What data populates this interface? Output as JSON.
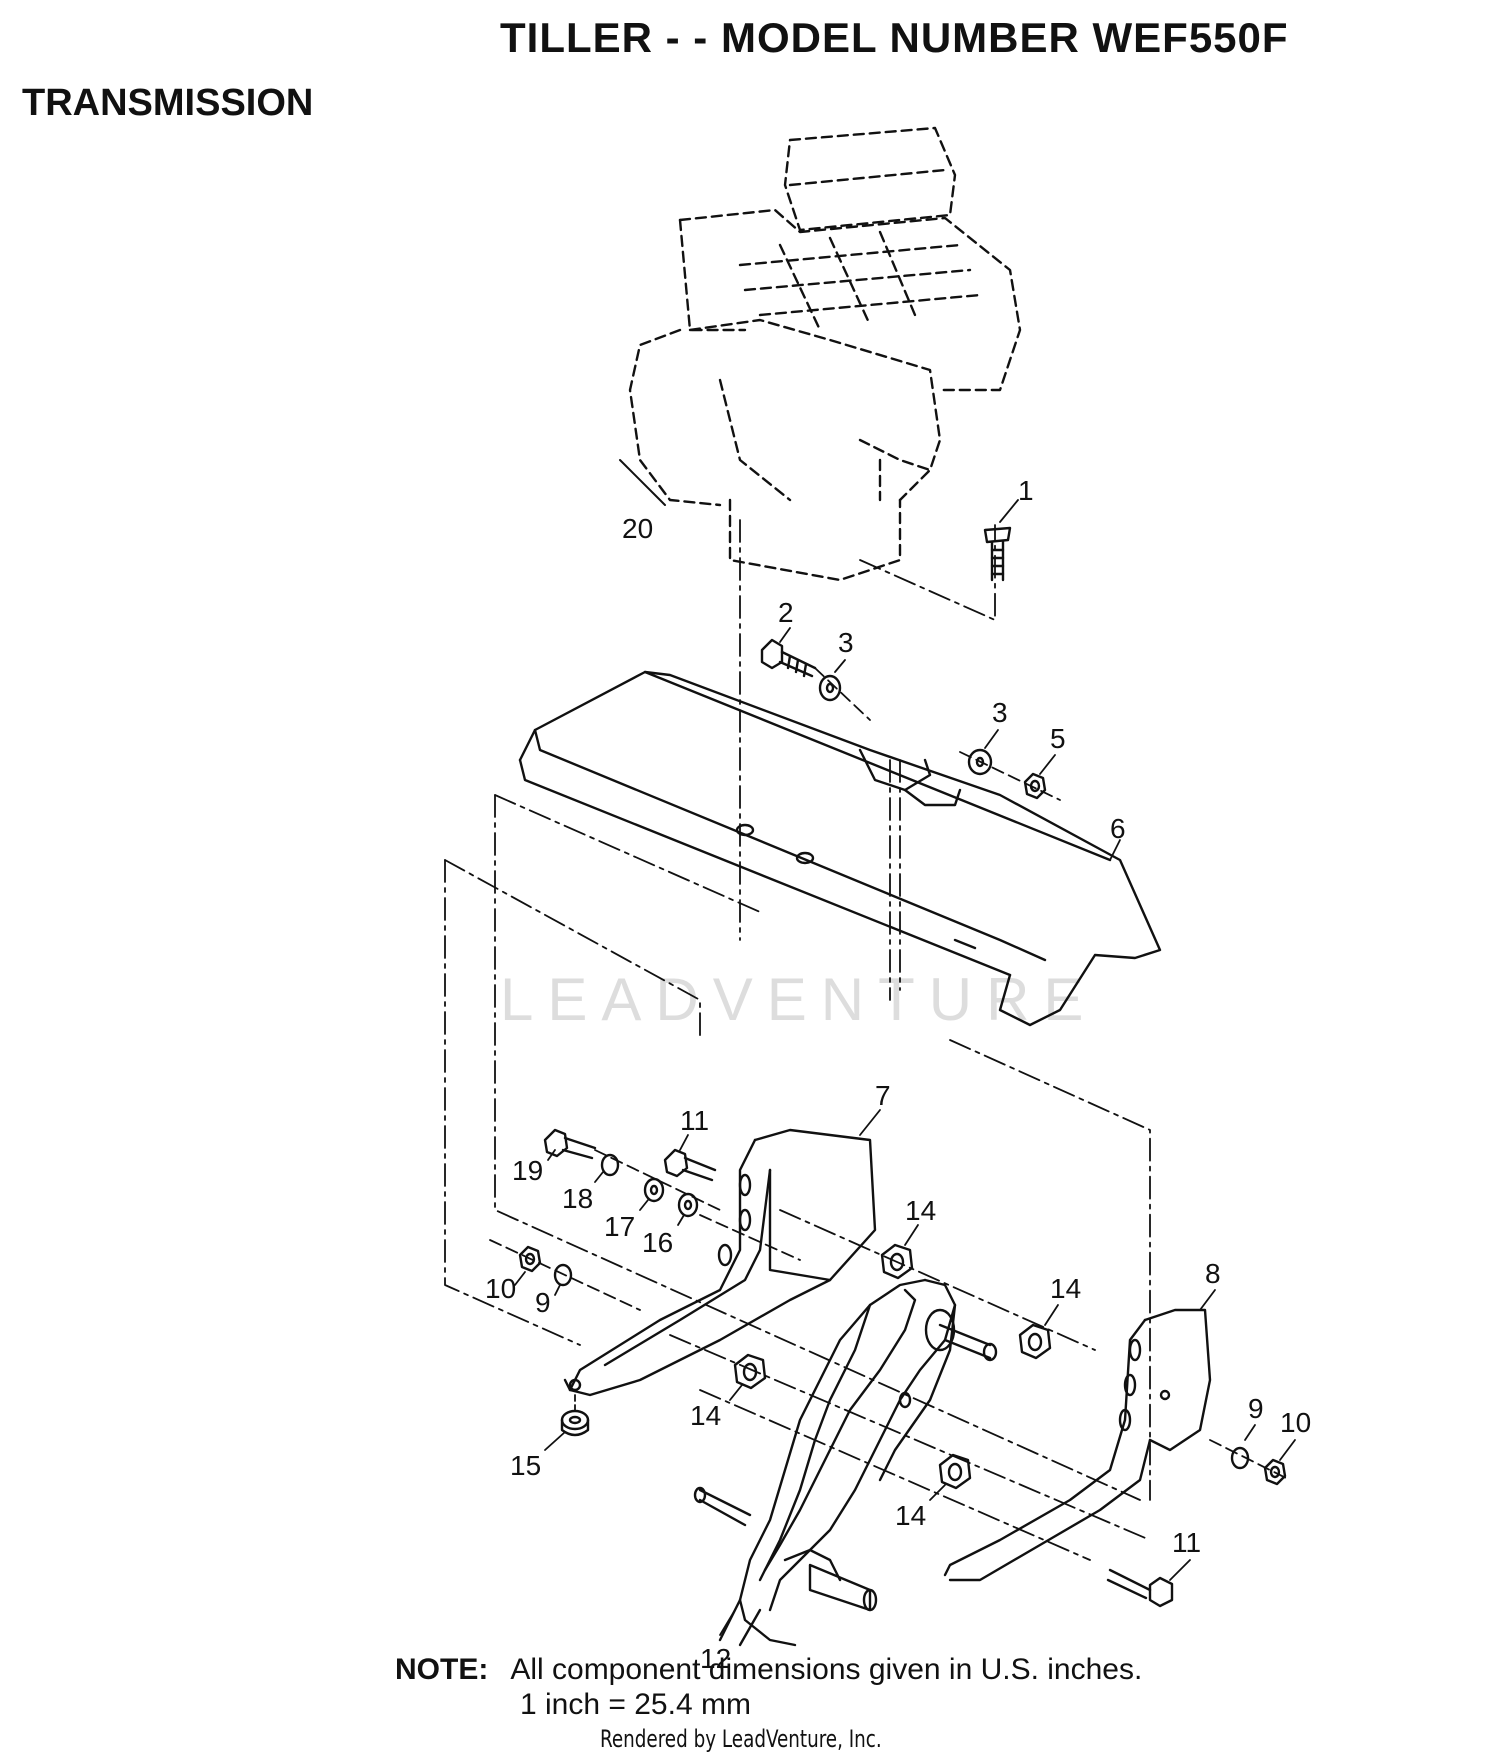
{
  "header": {
    "title": "TILLER - - MODEL NUMBER WEF550F",
    "section": "TRANSMISSION"
  },
  "watermark": "LEADVENTURE",
  "callouts": [
    {
      "id": "c20",
      "text": "20"
    },
    {
      "id": "c1",
      "text": "1"
    },
    {
      "id": "c2",
      "text": "2"
    },
    {
      "id": "c3a",
      "text": "3"
    },
    {
      "id": "c3b",
      "text": "3"
    },
    {
      "id": "c5",
      "text": "5"
    },
    {
      "id": "c6",
      "text": "6"
    },
    {
      "id": "c7",
      "text": "7"
    },
    {
      "id": "c11a",
      "text": "11"
    },
    {
      "id": "c19",
      "text": "19"
    },
    {
      "id": "c18",
      "text": "18"
    },
    {
      "id": "c17",
      "text": "17"
    },
    {
      "id": "c16",
      "text": "16"
    },
    {
      "id": "c14a",
      "text": "14"
    },
    {
      "id": "c14b",
      "text": "14"
    },
    {
      "id": "c14c",
      "text": "14"
    },
    {
      "id": "c14d",
      "text": "14"
    },
    {
      "id": "c8",
      "text": "8"
    },
    {
      "id": "c10a",
      "text": "10"
    },
    {
      "id": "c9a",
      "text": "9"
    },
    {
      "id": "c9b",
      "text": "9"
    },
    {
      "id": "c10b",
      "text": "10"
    },
    {
      "id": "c15",
      "text": "15"
    },
    {
      "id": "c11b",
      "text": "11"
    },
    {
      "id": "c12",
      "text": "12"
    }
  ],
  "footer": {
    "note_label": "NOTE:",
    "note_text": "All component dimensions given in U.S. inches.",
    "note_text2": "1 inch = 25.4 mm",
    "credit": "Rendered by LeadVenture, Inc."
  }
}
